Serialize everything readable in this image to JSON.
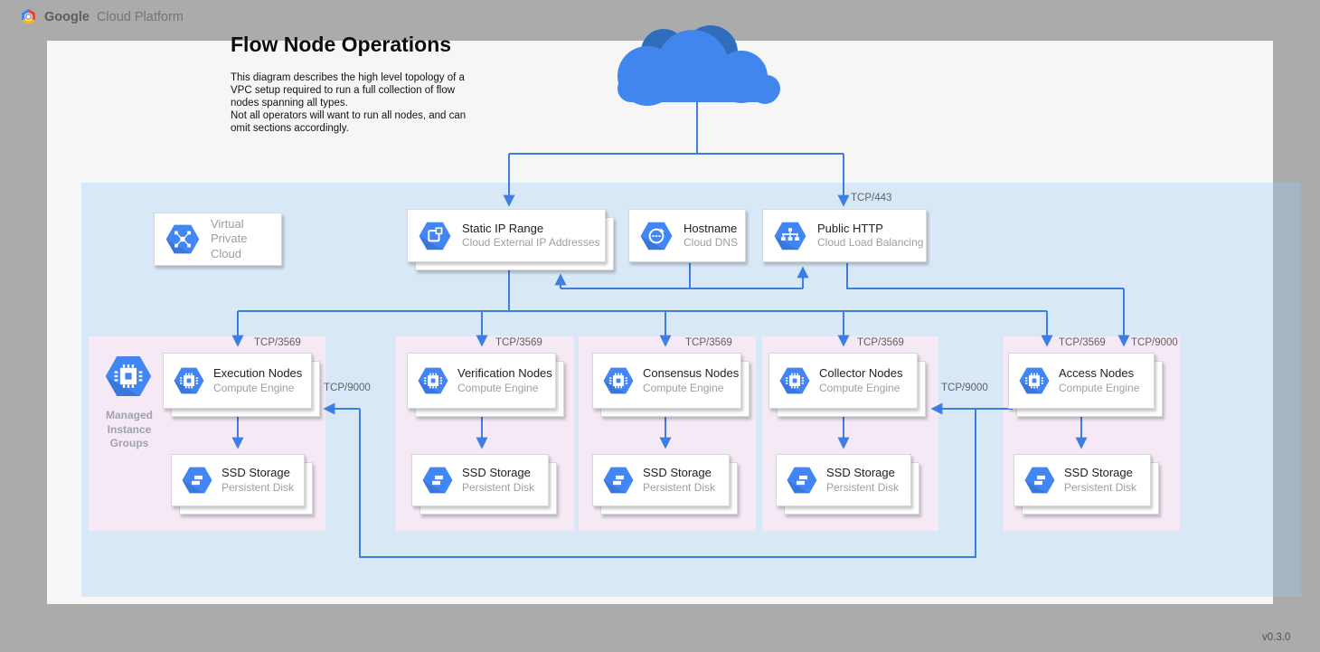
{
  "brand": {
    "bold": "Google",
    "rest": "Cloud Platform"
  },
  "doc": {
    "title": "Flow Node Operations",
    "description": "This diagram describes the high level topology of a\nVPC setup required to run a full collection of flow\nnodes spanning all types.\nNot all operators will want to run all nodes, and can\nomit sections accordingly.",
    "version": "v0.3.0"
  },
  "colors": {
    "accent_blue": "#4285f4",
    "wire_blue": "#3d7de4",
    "cloud_blue": "#4086ed",
    "cloud_dark_blue": "#316dbd",
    "vpc_fill": "#e3f0fb",
    "section_fill": "#f4e9f4",
    "canvas": "#f6f6f6",
    "page_bg": "#ababab"
  },
  "ports": {
    "https": "TCP/443",
    "node": "TCP/3569",
    "peer": "TCP/9000"
  },
  "services": {
    "vpc": {
      "title": "Virtual\nPrivate Cloud",
      "icon": "vpc-icon"
    },
    "static_ip": {
      "title": "Static IP Range",
      "subtitle": "Cloud External IP Addresses",
      "icon": "external-ip-icon"
    },
    "hostname": {
      "title": "Hostname",
      "subtitle": "Cloud DNS",
      "icon": "dns-icon"
    },
    "public_http": {
      "title": "Public HTTP",
      "subtitle": "Cloud Load Balancing",
      "icon": "load-balancer-icon"
    }
  },
  "mig_label": "Managed\nInstance\nGroups",
  "sections": [
    {
      "id": "execution",
      "node_title": "Execution Nodes",
      "node_subtitle": "Compute Engine",
      "disk_title": "SSD Storage",
      "disk_subtitle": "Persistent Disk",
      "in_port": "TCP/3569",
      "peer_in": "TCP/9000"
    },
    {
      "id": "verification",
      "node_title": "Verification Nodes",
      "node_subtitle": "Compute Engine",
      "disk_title": "SSD Storage",
      "disk_subtitle": "Persistent Disk",
      "in_port": "TCP/3569"
    },
    {
      "id": "consensus",
      "node_title": "Consensus Nodes",
      "node_subtitle": "Compute Engine",
      "disk_title": "SSD Storage",
      "disk_subtitle": "Persistent Disk",
      "in_port": "TCP/3569"
    },
    {
      "id": "collector",
      "node_title": "Collector Nodes",
      "node_subtitle": "Compute Engine",
      "disk_title": "SSD Storage",
      "disk_subtitle": "Persistent Disk",
      "in_port": "TCP/3569",
      "peer_in": "TCP/9000"
    },
    {
      "id": "access",
      "node_title": "Access Nodes",
      "node_subtitle": "Compute Engine",
      "disk_title": "SSD Storage",
      "disk_subtitle": "Persistent Disk",
      "in_port": "TCP/3569",
      "in_port2": "TCP/9000"
    }
  ]
}
